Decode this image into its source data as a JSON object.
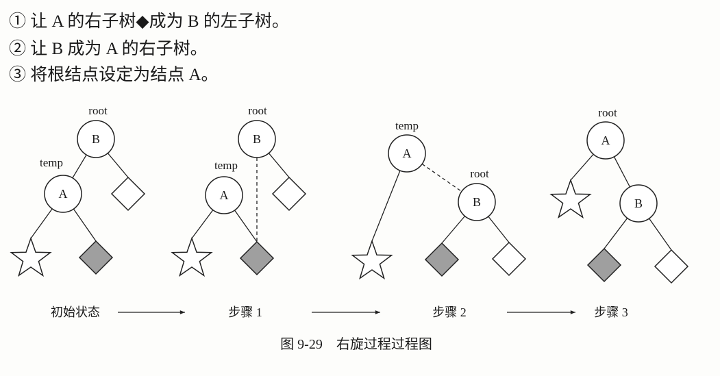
{
  "instructions": [
    "① 让 A 的右子树◆成为 B 的左子树。",
    "② 让 B 成为 A 的右子树。",
    "③ 将根结点设定为结点 A。"
  ],
  "pointers": {
    "root": "root",
    "temp": "temp"
  },
  "nodes": {
    "a": "A",
    "b": "B"
  },
  "steps": [
    "初始状态",
    "步骤 1",
    "步骤 2",
    "步骤 3"
  ],
  "caption": "图 9-29　右旋过程过程图",
  "colors": {
    "background": "#fdfdfb",
    "stroke": "#222222",
    "filled_subtree": "#9f9f9f"
  },
  "icons": {
    "star": "star-icon",
    "filled_diamond": "filled-diamond-icon",
    "empty_diamond": "empty-diamond-icon"
  }
}
